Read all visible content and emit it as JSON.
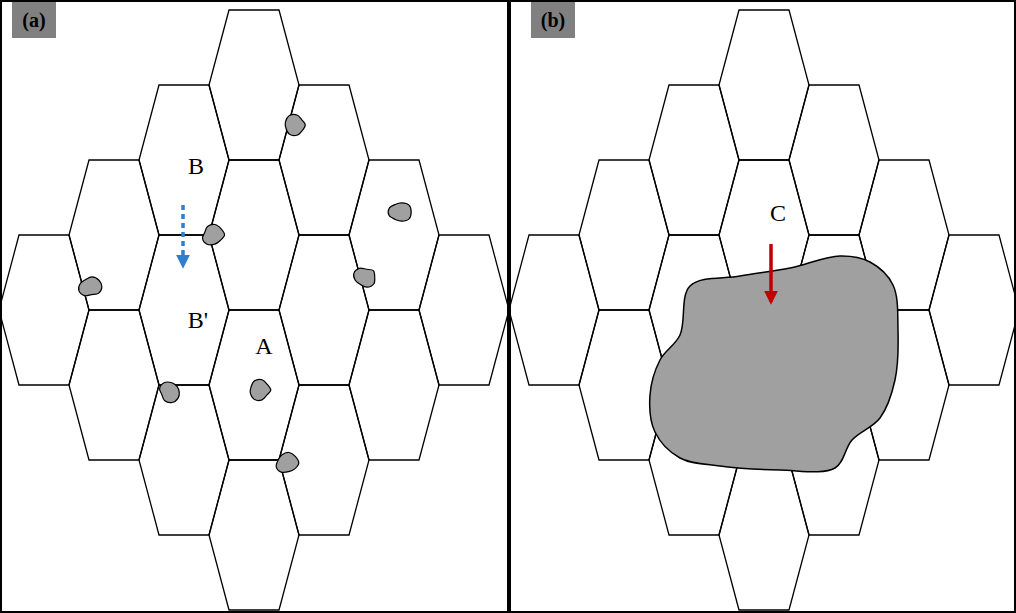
{
  "diagram": {
    "labels": [
      "(a)",
      "B",
      "B'",
      "A",
      "(b)",
      "C"
    ]
  }
}
